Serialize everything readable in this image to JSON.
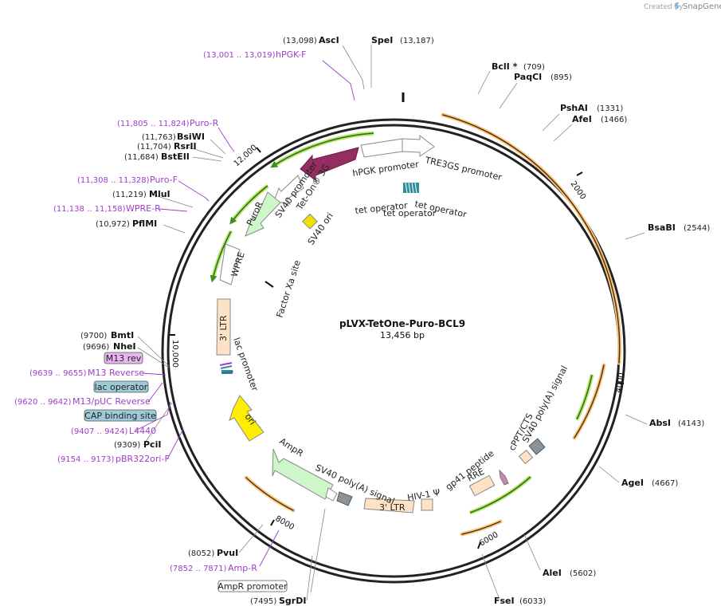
{
  "credit": {
    "created_by": "Created by",
    "brand": "SnapGene"
  },
  "plasmid": {
    "name": "pLVX-TetOne-Puro-BCL9",
    "length": "13,456 bp"
  },
  "ticks": [
    "2000",
    "4000",
    "6000",
    "8000",
    "10,000",
    "12,000"
  ],
  "enzymes": {
    "asci": {
      "name": "AscI",
      "pos": "(13,098)"
    },
    "spei": {
      "name": "SpeI",
      "pos": "(13,187)"
    },
    "bcli": {
      "name": "BclI *",
      "pos": "(709)"
    },
    "paqci": {
      "name": "PaqCI",
      "pos": "(895)"
    },
    "pshai": {
      "name": "PshAI",
      "pos": "(1331)"
    },
    "afei": {
      "name": "AfeI",
      "pos": "(1466)"
    },
    "bsabi": {
      "name": "BsaBI",
      "pos": "(2544)"
    },
    "absi": {
      "name": "AbsI",
      "pos": "(4143)"
    },
    "agei": {
      "name": "AgeI",
      "pos": "(4667)"
    },
    "alei": {
      "name": "AleI",
      "pos": "(5602)"
    },
    "fsei": {
      "name": "FseI",
      "pos": "(6033)"
    },
    "sgrdi": {
      "name": "SgrDI",
      "pos": "(7495)"
    },
    "pvui": {
      "name": "PvuI",
      "pos": "(8052)"
    },
    "pcii": {
      "name": "PciI",
      "pos": "(9309)"
    },
    "nhei": {
      "name": "NheI",
      "pos": "(9696)"
    },
    "bmti": {
      "name": "BmtI",
      "pos": "(9700)"
    },
    "pflmi": {
      "name": "PflMI",
      "pos": "(10,972)"
    },
    "mlui": {
      "name": "MluI",
      "pos": "(11,219)"
    },
    "bsteii": {
      "name": "BstEII",
      "pos": "(11,684)"
    },
    "rsrii": {
      "name": "RsrII",
      "pos": "(11,704)"
    },
    "bsiwi": {
      "name": "BsiWI",
      "pos": "(11,763)"
    }
  },
  "primers": {
    "hpgkf": {
      "name": "hPGK-F",
      "pos": "(13,001 .. 13,019)"
    },
    "puror": {
      "name": "Puro-R",
      "pos": "(11,805 .. 11,824)"
    },
    "purof": {
      "name": "Puro-F",
      "pos": "(11,308 .. 11,328)"
    },
    "wprer": {
      "name": "WPRE-R",
      "pos": "(11,138 .. 11,158)"
    },
    "m13rev": {
      "name": "M13 Reverse",
      "pos": "(9639 .. 9655)"
    },
    "m13puc": {
      "name": "M13/pUC Reverse",
      "pos": "(9620 .. 9642)"
    },
    "l4440": {
      "name": "L4440",
      "pos": "(9407 .. 9424)"
    },
    "pbr322": {
      "name": "pBR322ori-F",
      "pos": "(9154 .. 9173)"
    },
    "ampr": {
      "name": "Amp-R",
      "pos": "(7852 .. 7871)"
    }
  },
  "boxes": {
    "m13rev": "M13 rev",
    "lacop": "lac operator",
    "cap": "CAP binding site",
    "amprpromoter": "AmpR promoter"
  },
  "features": {
    "tre3gs": "TRE3GS promoter",
    "hpgk": "hPGK promoter",
    "teton": "Tet-On® 3G",
    "sv40promoter": "SV40 promoter",
    "puror": "PuroR",
    "sv40ori": "SV40 ori",
    "tetop1": "tet operator",
    "tetop2": "tet operator",
    "tetop3": "tet operator",
    "wpre": "WPRE",
    "factorxa": "Factor Xa site",
    "ltr3a": "3' LTR",
    "lacpromoter": "lac promoter",
    "ori": "ori",
    "ampr": "AmpR",
    "sv40polya1": "SV40 poly(A) signal",
    "ltr3b": "3' LTR",
    "hiv1psi": "HIV-1 Ψ",
    "gp41": "gp41 peptide",
    "rre": "RRE",
    "cppt": "cPPT/CTS",
    "sv40polya2": "SV40 poly(A) signal"
  }
}
